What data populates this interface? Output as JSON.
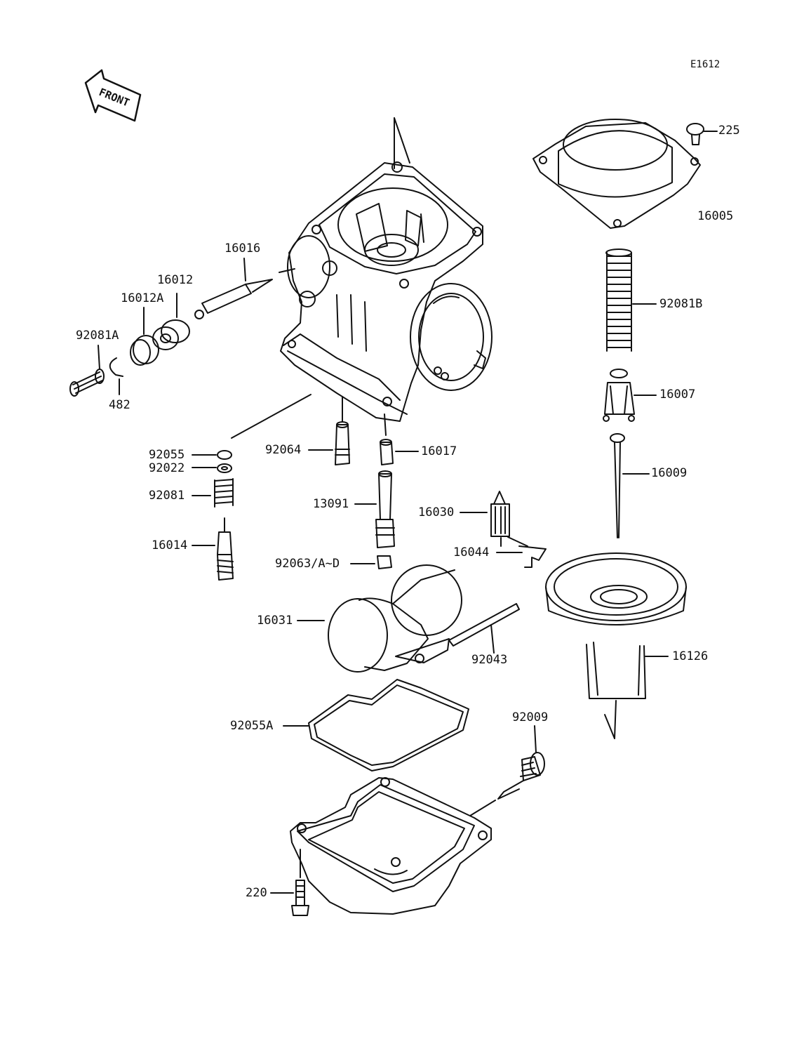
{
  "figure_code": "E1612",
  "direction_label": "FRONT",
  "colors": {
    "ink": "#111111",
    "paper": "#ffffff"
  },
  "labels": {
    "p225": "225",
    "p16005": "16005",
    "p92081B": "92081B",
    "p16007": "16007",
    "p16009": "16009",
    "p16016": "16016",
    "p16012": "16012",
    "p16012A": "16012A",
    "p92081A": "92081A",
    "p482": "482",
    "p92055": "92055",
    "p92022": "92022",
    "p92081": "92081",
    "p16014": "16014",
    "p92064": "92064",
    "p16017": "16017",
    "p13091": "13091",
    "p16030": "16030",
    "p16044": "16044",
    "p92063": "92063/A~D",
    "p16031": "16031",
    "p92043": "92043",
    "p16126": "16126",
    "p92055A": "92055A",
    "p92009": "92009",
    "p220": "220"
  }
}
